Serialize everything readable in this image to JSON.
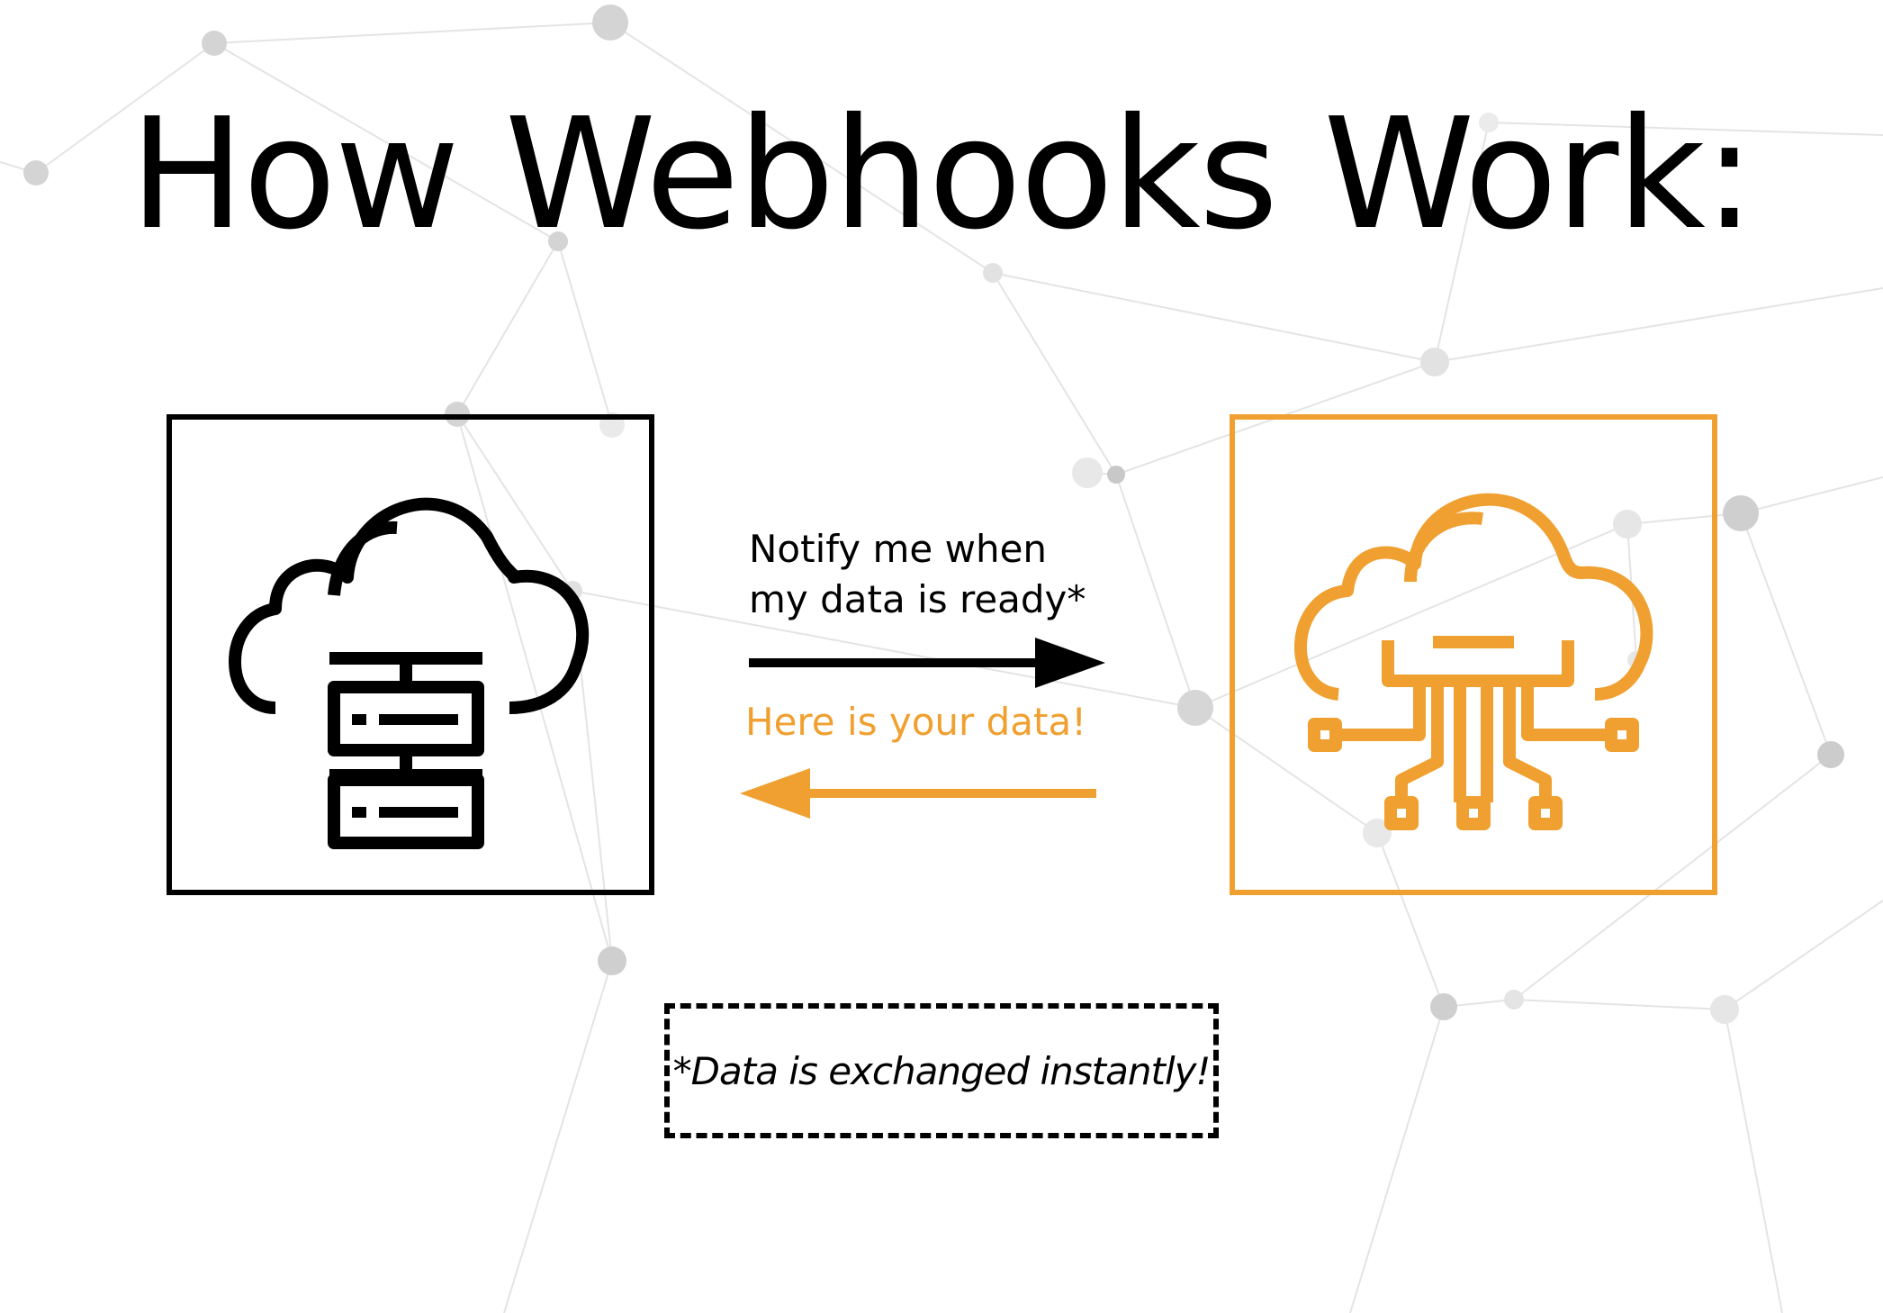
{
  "title": "How Webhooks Work:",
  "client": {
    "icon": "cloud-server-icon",
    "color": "#000000"
  },
  "server": {
    "icon": "cloud-network-icon",
    "color": "#f0a030"
  },
  "request": {
    "line1": "Notify me when",
    "line2": "my data is ready*",
    "color": "#000000"
  },
  "response": {
    "text": "Here is your data!",
    "color": "#f0a030"
  },
  "note": {
    "text": "*Data  is exchanged instantly!"
  }
}
